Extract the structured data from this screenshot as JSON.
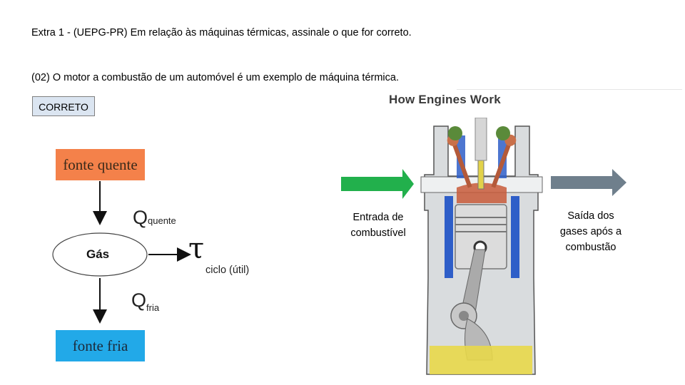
{
  "question": "Extra 1 - (UEPG-PR) Em relação às máquinas térmicas, assinale o que for correto.",
  "statement": "(02) O motor a combustão de um automóvel é um exemplo de máquina térmica.",
  "answer": "CORRETO",
  "diagram": {
    "hot_source": "fonte quente",
    "cold_source": "fonte fria",
    "gas": "Gás",
    "q_symbol": "Q",
    "q_hot_sub": "quente",
    "q_cold_sub": "fria",
    "tau": "τ",
    "work_label": "ciclo (útil)"
  },
  "engine": {
    "title": "How Engines Work",
    "intake_caption_1": "Entrada de",
    "intake_caption_2": "combustível",
    "exhaust_caption_1": "Saída dos",
    "exhaust_caption_2": "gases após a",
    "exhaust_caption_3": "combustão"
  },
  "colors": {
    "hot_box": "#f4814a",
    "cold_box": "#22a9e8",
    "intake_arrow": "#22b04c",
    "exhaust_arrow": "#6f7f8c",
    "answer_bg": "#dbe5f1",
    "coolant_blue": "#2e5ec8",
    "oil_yellow": "#e8d84a"
  }
}
